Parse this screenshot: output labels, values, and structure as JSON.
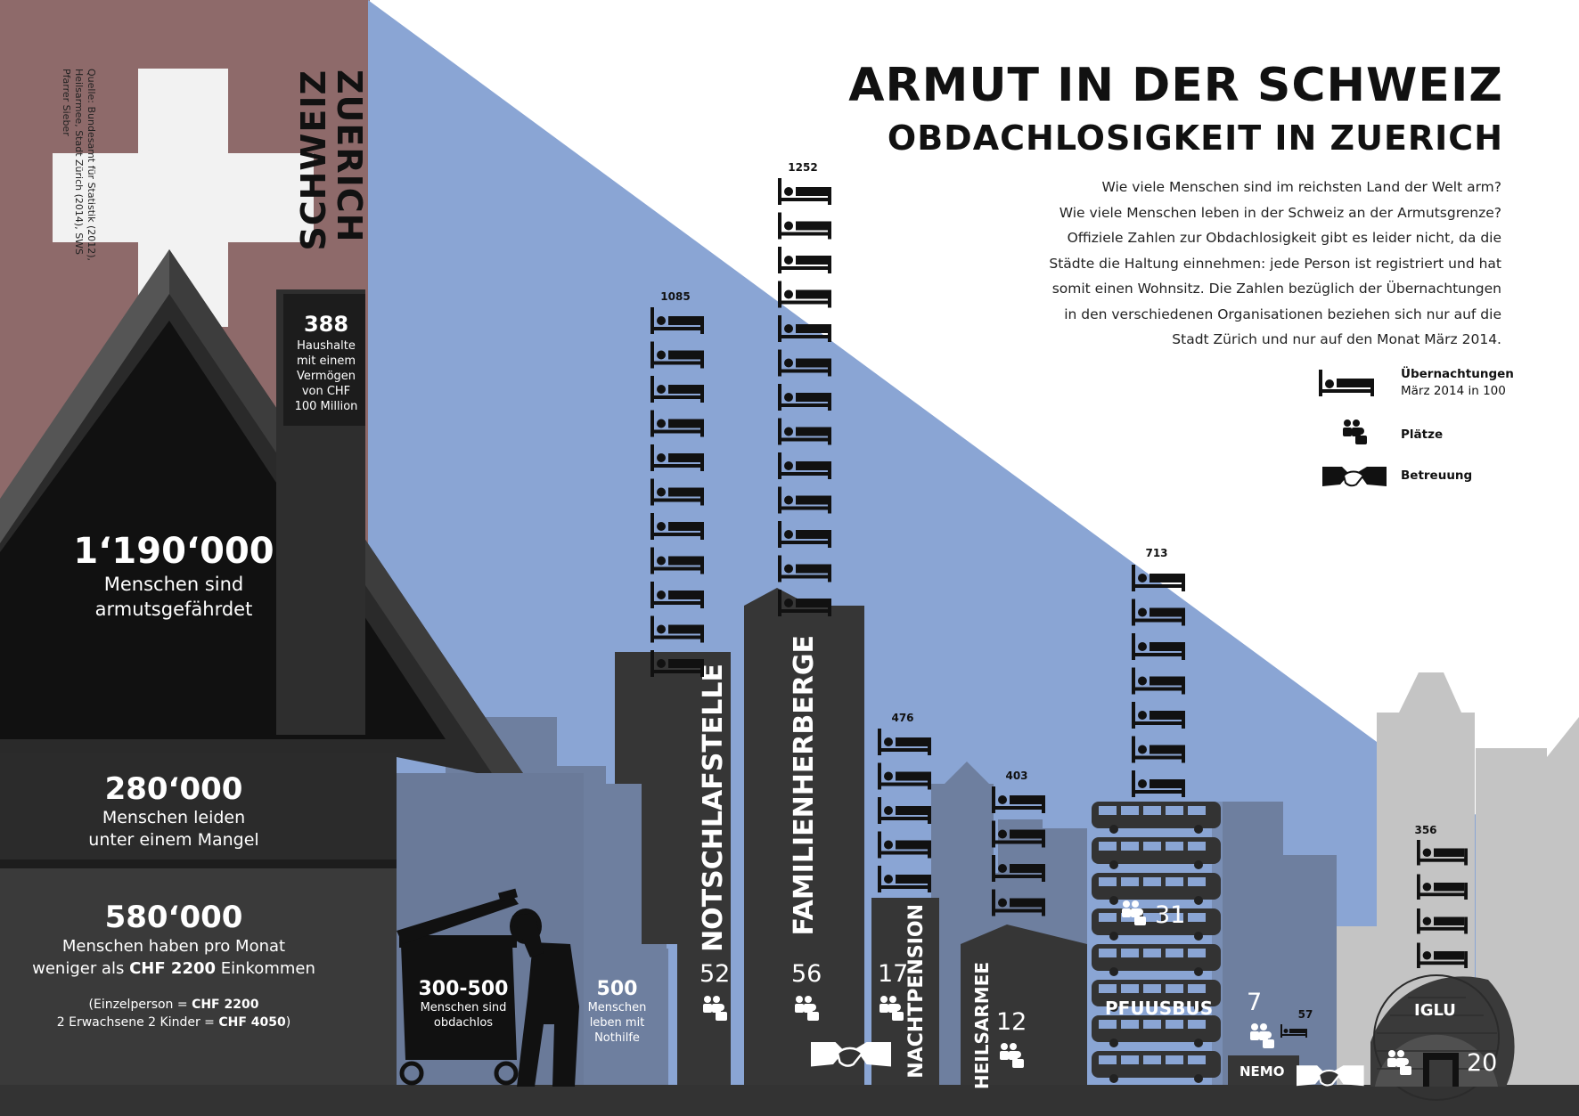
{
  "title": {
    "line1": "ARMUT IN DER SCHWEIZ",
    "line2": "OBDACHLOSIGKEIT IN ZUERICH"
  },
  "intro": [
    "Wie viele Menschen sind im reichsten Land der Welt arm?",
    "Wie viele Menschen leben in der Schweiz an der Armutsgrenze?",
    "Offiziele Zahlen zur Obdachlosigkeit gibt es leider nicht, da die",
    "Städte die Haltung einnehmen: jede Person ist registriert und hat",
    "somit einen Wohnsitz. Die Zahlen bezüglich der Übernachtungen",
    "in den verschiedenen Organisationen beziehen sich nur auf die",
    "Stadt Zürich und nur auf den Monat März 2014."
  ],
  "legend": {
    "beds_title": "Übernachtungen",
    "beds_sub": "März 2014 in 100",
    "places": "Plätze",
    "care": "Betreuung",
    "beds_icon": "bed-icon",
    "places_icon": "people-icon",
    "care_icon": "handshake-icon"
  },
  "labels": {
    "schweiz": "SCHWEIZ",
    "zuerich": "ZUERICH",
    "source_line1": "Quelle: Bundesamt für Statistik (2012),",
    "source_line2": "Heilsarmee, Stadt Zürich (2014), SWS Pfarrer Sieber"
  },
  "switzerland": {
    "rich_value": "388",
    "rich_lines": [
      "Haushalte",
      "mit einem",
      "Vermögen",
      "von CHF",
      "100 Million"
    ],
    "risk_value": "1‘190‘000",
    "risk_lines": [
      "Menschen sind",
      "armutsgefährdet"
    ],
    "lack_value": "280‘000",
    "lack_lines": [
      "Menschen leiden",
      "unter einem Mangel"
    ],
    "low_value": "580‘000",
    "low_line1": "Menschen haben pro Monat",
    "low_line2_pre": "weniger als ",
    "low_line2_bold": "CHF 2200",
    "low_line2_post": " Einkommen",
    "note_line1_pre": "(Einzelperson = ",
    "note_line1_bold": "CHF 2200",
    "note_line2_pre": "2 Erwachsene 2 Kinder = ",
    "note_line2_bold": "CHF 4050",
    "note_line2_post": ")"
  },
  "zurich": {
    "homeless_value": "300-500",
    "homeless_lines": [
      "Menschen sind",
      "obdachlos"
    ],
    "emergency_value": "500",
    "emergency_lines": [
      "Menschen",
      "leben mit",
      "Nothilfe"
    ]
  },
  "organisations": [
    {
      "name": "NOTSCHLAFSTELLE",
      "nights": "1085",
      "places": "52"
    },
    {
      "name": "FAMILIENHERBERGE",
      "nights": "1252",
      "places": "56"
    },
    {
      "name": "NACHTPENSION",
      "nights": "476",
      "places": "17"
    },
    {
      "name": "HEILSARMEE",
      "nights": "403",
      "places": "12"
    },
    {
      "name": "PFUUSBUS",
      "nights": "713",
      "places": "31"
    },
    {
      "name": "NEMO",
      "nights": "57",
      "places": "7"
    },
    {
      "name": "IGLU",
      "nights": "356",
      "places": "20"
    }
  ],
  "colors": {
    "brown": "#8e6a6a",
    "blue": "#8aa5d4",
    "dark": "#333333",
    "grey": "#c8c8c8"
  }
}
